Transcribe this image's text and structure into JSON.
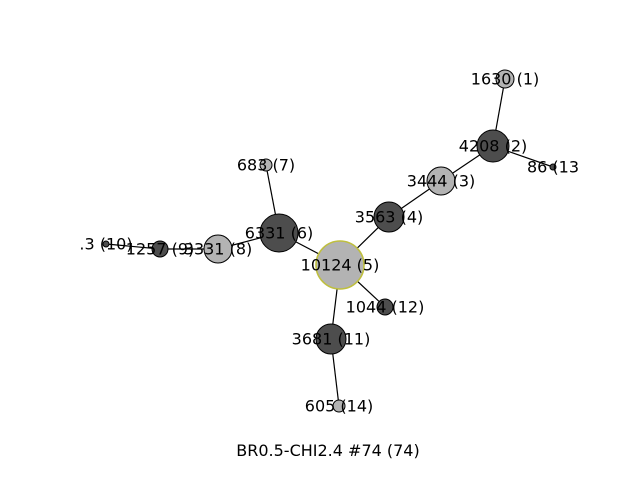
{
  "caption": "BR0.5-CHI2.4 #74 (74)",
  "colors": {
    "dark": "#4d4d4d",
    "light": "#b3b3b3",
    "highlight_stroke": "#bfbf3f",
    "stroke": "#000000"
  },
  "nodes": [
    {
      "id": 1,
      "label": "1630 (1)",
      "tone": "light"
    },
    {
      "id": 2,
      "label": "4208 (2)",
      "tone": "dark"
    },
    {
      "id": 3,
      "label": "3444 (3)",
      "tone": "light"
    },
    {
      "id": 4,
      "label": "3563 (4)",
      "tone": "dark"
    },
    {
      "id": 5,
      "label": "10124 (5)",
      "tone": "light",
      "highlight": true
    },
    {
      "id": 6,
      "label": "6331 (6)",
      "tone": "dark"
    },
    {
      "id": 7,
      "label": "683 (7)",
      "tone": "light"
    },
    {
      "id": 8,
      "label": "3331 (8)",
      "tone": "light"
    },
    {
      "id": 9,
      "label": "1257 (9)",
      "tone": "dark"
    },
    {
      "id": 10,
      "label": ".3 (10)",
      "tone": "dark"
    },
    {
      "id": 11,
      "label": "3681 (11)",
      "tone": "dark"
    },
    {
      "id": 12,
      "label": "1044 (12)",
      "tone": "dark"
    },
    {
      "id": 13,
      "label": "86 (13",
      "tone": "dark"
    },
    {
      "id": 14,
      "label": "605 (14)",
      "tone": "light"
    }
  ],
  "edges": [
    [
      1,
      2
    ],
    [
      2,
      3
    ],
    [
      2,
      13
    ],
    [
      3,
      4
    ],
    [
      4,
      5
    ],
    [
      5,
      6
    ],
    [
      5,
      12
    ],
    [
      5,
      11
    ],
    [
      6,
      7
    ],
    [
      6,
      8
    ],
    [
      8,
      9
    ],
    [
      9,
      10
    ],
    [
      11,
      14
    ]
  ]
}
